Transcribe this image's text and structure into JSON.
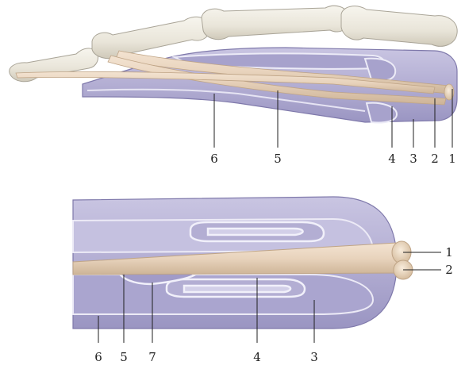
{
  "colors": {
    "bone": "#efece3",
    "bone_edge": "#a9a497",
    "sheath": "#b3aed3",
    "sheath_dark": "#8a84b4",
    "sheath_light": "#d6d3ea",
    "tendon": "#e8d3bc",
    "tendon_edge": "#bfa486",
    "background": "#ffffff"
  },
  "upper_figure": {
    "labels": [
      {
        "id": "l6",
        "text": "6"
      },
      {
        "id": "l5",
        "text": "5"
      },
      {
        "id": "l4",
        "text": "4"
      },
      {
        "id": "l3",
        "text": "3"
      },
      {
        "id": "l2",
        "text": "2"
      },
      {
        "id": "l1",
        "text": "1"
      }
    ]
  },
  "lower_figure": {
    "labels": [
      {
        "id": "l6",
        "text": "6"
      },
      {
        "id": "l5",
        "text": "5"
      },
      {
        "id": "l7",
        "text": "7"
      },
      {
        "id": "l4",
        "text": "4"
      },
      {
        "id": "l3",
        "text": "3"
      },
      {
        "id": "l1",
        "text": "1"
      },
      {
        "id": "l2",
        "text": "2"
      }
    ]
  }
}
